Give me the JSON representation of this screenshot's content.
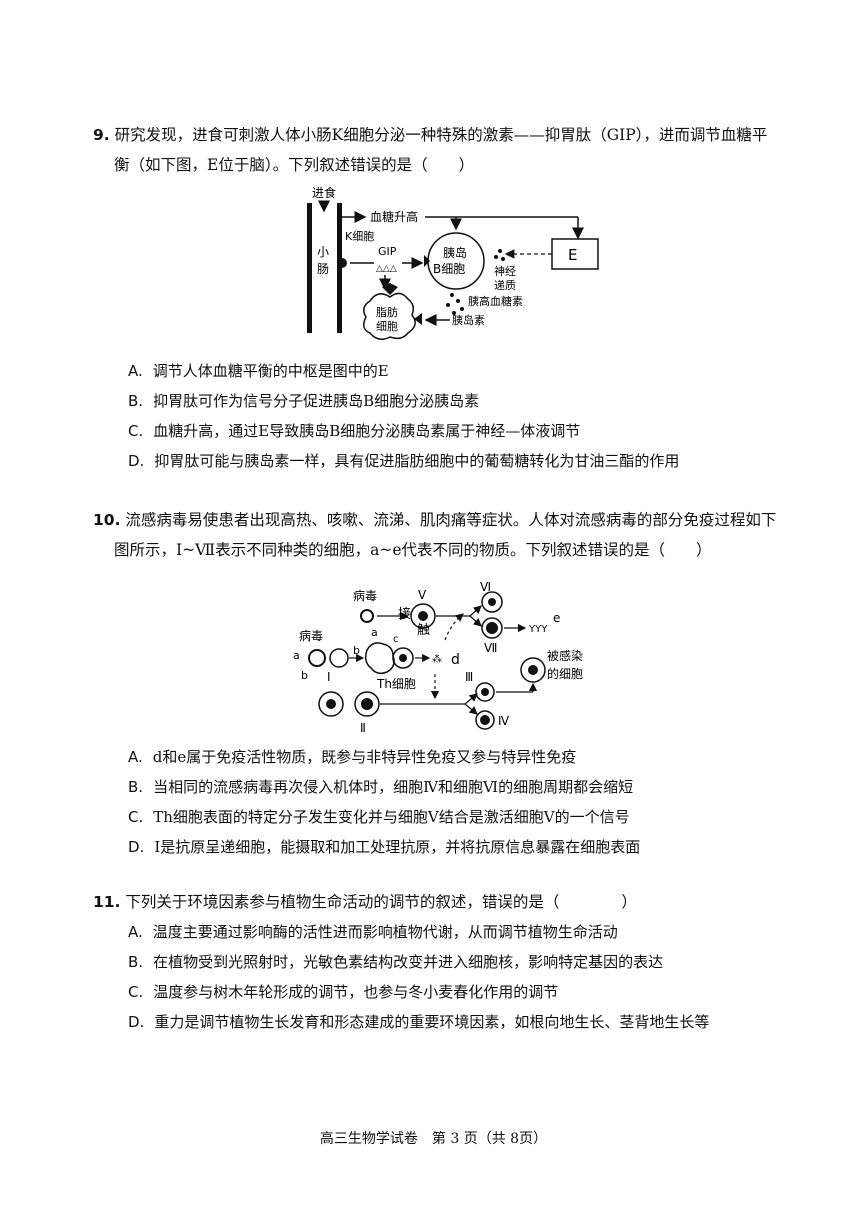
{
  "q9": {
    "number": "9.",
    "stem_line1": "研究发现，进食可刺激人体小肠K细胞分泌一种特殊的激素——抑胃肽（GIP），进而调节血糖平",
    "stem_line2": "衡（如下图，E位于脑）。下列叙述错误的是（　　）",
    "diagram": {
      "jinshi": "进食",
      "xuetang": "血糖升高",
      "kxibao": "K细胞",
      "xiao": "小",
      "chang": "肠",
      "gip": "GIP",
      "yidao": "胰岛",
      "bxibao": "B细胞",
      "e": "E",
      "shenjing": "神经",
      "dizhi": "递质",
      "gaoxue": "胰高血糖素",
      "zhifang": "脂肪",
      "xibao": "细胞",
      "yidaosu": "胰岛素"
    },
    "options": [
      {
        "label": "A.",
        "text": "调节人体血糖平衡的中枢是图中的E"
      },
      {
        "label": "B.",
        "text": "抑胃肽可作为信号分子促进胰岛B细胞分泌胰岛素"
      },
      {
        "label": "C.",
        "text": "血糖升高，通过E导致胰岛B细胞分泌胰岛素属于神经—体液调节"
      },
      {
        "label": "D.",
        "text": "抑胃肽可能与胰岛素一样，具有促进脂肪细胞中的葡萄糖转化为甘油三酯的作用"
      }
    ]
  },
  "q10": {
    "number": "10.",
    "stem_line1": "流感病毒易使患者出现高热、咳嗽、流涕、肌肉痛等症状。人体对流感病毒的部分免疫过程如下",
    "stem_line2": "图所示，Ⅰ~Ⅶ表示不同种类的细胞，a~e代表不同的物质。下列叙述错误的是（　　）",
    "diagram": {
      "bingdu1": "病毒",
      "bingdu2": "病毒",
      "a1": "a",
      "a2": "a",
      "b1": "b",
      "b2": "b",
      "c": "c",
      "d": "d",
      "e": "e",
      "jie": "接",
      "chu": "触",
      "th": "Th细胞",
      "r1": "Ⅰ",
      "r2": "Ⅱ",
      "r3": "Ⅲ",
      "r4": "Ⅳ",
      "r5": "Ⅴ",
      "r6": "Ⅵ",
      "r7": "Ⅶ",
      "beiganran": "被感染",
      "dexibao": "的细胞"
    },
    "options": [
      {
        "label": "A.",
        "text": "d和e属于免疫活性物质，既参与非特异性免疫又参与特异性免疫"
      },
      {
        "label": "B.",
        "text": "当相同的流感病毒再次侵入机体时，细胞Ⅳ和细胞Ⅵ的细胞周期都会缩短"
      },
      {
        "label": "C.",
        "text": "Th细胞表面的特定分子发生变化并与细胞Ⅴ结合是激活细胞Ⅴ的一个信号"
      },
      {
        "label": "D.",
        "text": "Ⅰ是抗原呈递细胞，能摄取和加工处理抗原，并将抗原信息暴露在细胞表面"
      }
    ]
  },
  "q11": {
    "number": "11.",
    "stem": "下列关于环境因素参与植物生命活动的调节的叙述，错误的是（　　　　）",
    "options": [
      {
        "label": "A.",
        "text": "温度主要通过影响酶的活性进而影响植物代谢，从而调节植物生命活动"
      },
      {
        "label": "B.",
        "text": "在植物受到光照射时，光敏色素结构改变并进入细胞核，影响特定基因的表达"
      },
      {
        "label": "C.",
        "text": "温度参与树木年轮形成的调节，也参与冬小麦春化作用的调节"
      },
      {
        "label": "D.",
        "text": "重力是调节植物生长发育和形态建成的重要环境因素，如根向地生长、茎背地生长等"
      }
    ]
  },
  "footer": "高三生物学试卷　第 3 页（共 8页）"
}
